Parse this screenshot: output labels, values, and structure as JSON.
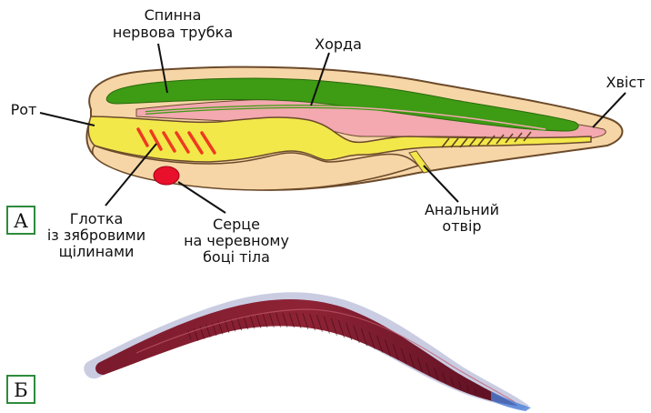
{
  "diagram": {
    "labels": {
      "nerve_tube_line1": "Спинна",
      "nerve_tube_line2": "нервова трубка",
      "notochord": "Хорда",
      "tail": "Хвіст",
      "mouth": "Рот",
      "pharynx_line1": "Глотка",
      "pharynx_line2": "із зябровими",
      "pharynx_line3": "щілинами",
      "heart_line1": "Серце",
      "heart_line2": "на черевному",
      "heart_line3": "боці тіла",
      "anus_line1": "Анальний",
      "anus_line2": "отвір"
    },
    "panels": {
      "a": "А",
      "b": "Б"
    },
    "colors": {
      "body": "#f6d6a6",
      "nerve_cord": "#3e9b14",
      "notochord": "#f4a8b0",
      "gut": "#f2e84a",
      "gill_slits": "#ee3a1f",
      "heart": "#e8102a",
      "outline": "#6b4a2a"
    }
  }
}
